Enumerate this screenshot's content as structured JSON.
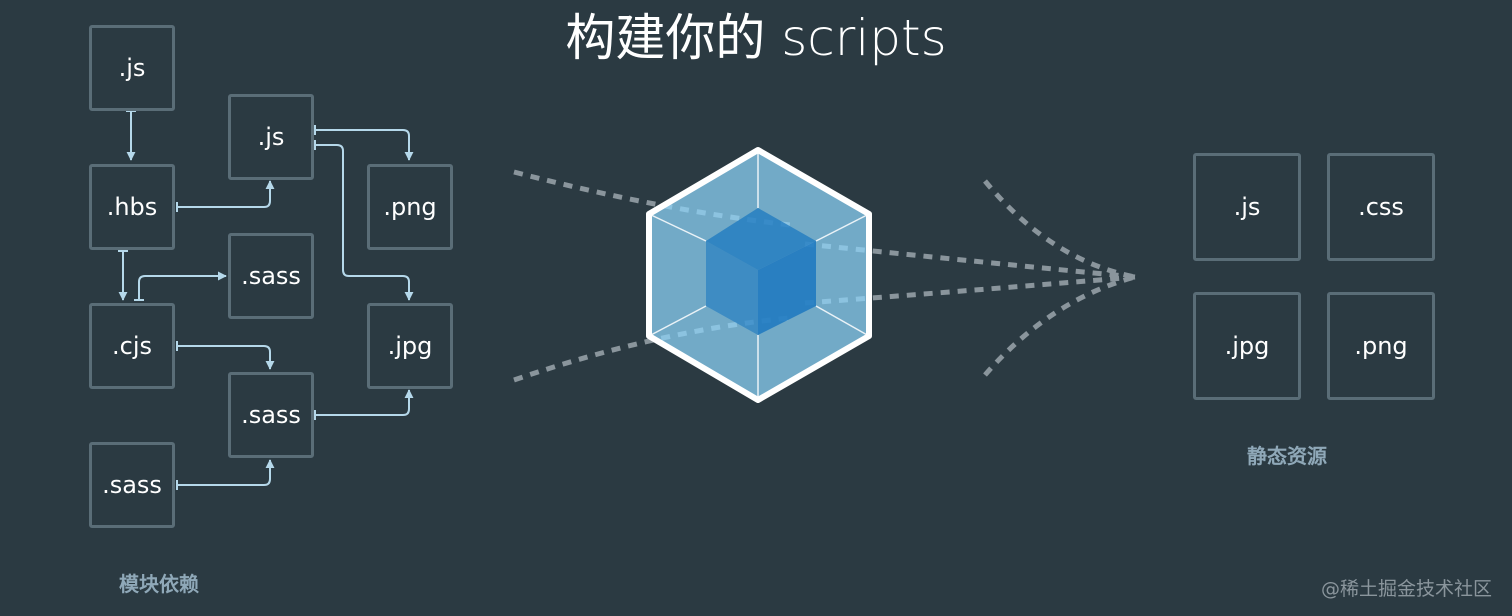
{
  "title": "构建你的 scripts",
  "input_group": {
    "caption": "模块依赖",
    "nodes": [
      {
        "id": "js1",
        "label": ".js"
      },
      {
        "id": "js2",
        "label": ".js"
      },
      {
        "id": "hbs",
        "label": ".hbs"
      },
      {
        "id": "png",
        "label": ".png"
      },
      {
        "id": "sass1",
        "label": ".sass"
      },
      {
        "id": "cjs",
        "label": ".cjs"
      },
      {
        "id": "jpg",
        "label": ".jpg"
      },
      {
        "id": "sass2",
        "label": ".sass"
      },
      {
        "id": "sass3",
        "label": ".sass"
      }
    ]
  },
  "output_group": {
    "caption": "静态资源",
    "nodes": [
      {
        "id": "out_js",
        "label": ".js"
      },
      {
        "id": "out_css",
        "label": ".css"
      },
      {
        "id": "out_jpg",
        "label": ".jpg"
      },
      {
        "id": "out_png",
        "label": ".png"
      }
    ]
  },
  "edges": [
    {
      "from": "js1",
      "to": "hbs"
    },
    {
      "from": "hbs",
      "to": "js2"
    },
    {
      "from": "js2",
      "to": "png"
    },
    {
      "from": "js2",
      "to": "jpg"
    },
    {
      "from": "hbs",
      "to": "cjs"
    },
    {
      "from": "cjs",
      "to": "sass1"
    },
    {
      "from": "cjs",
      "to": "sass2"
    },
    {
      "from": "sass2",
      "to": "jpg"
    },
    {
      "from": "sass3",
      "to": "sass2"
    }
  ],
  "center_icon": "webpack-cube-icon",
  "colors": {
    "background": "#2b3a42",
    "node_border": "#5a6d77",
    "connector": "#b5d8ea",
    "dotted_line": "#8a959c",
    "cube_light": "#8ed6fb",
    "cube_dark": "#1c78c0",
    "caption": "#8fa8b8"
  },
  "watermark": "@稀土掘金技术社区"
}
